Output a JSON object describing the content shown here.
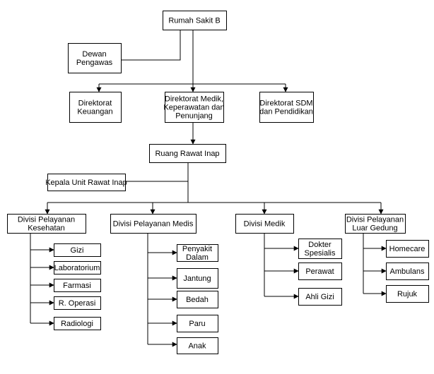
{
  "colors": {
    "line": "#000000",
    "box_fill": "#ffffff",
    "box_stroke": "#000000",
    "text": "#000000"
  },
  "nodes": {
    "rumah_sakit": [
      "Rumah Sakit B"
    ],
    "dewan_pengawas": [
      "Dewan",
      "Pengawas"
    ],
    "dir_keuangan": [
      "Direktorat",
      "Keuangan"
    ],
    "dir_medik": [
      "Direktorat Medik,",
      "Keperawatan dan",
      "Penunjang"
    ],
    "dir_sdm": [
      "Direktorat SDM",
      "dan Pendidikan"
    ],
    "ruang_rawat_inap": [
      "Ruang Rawat Inap"
    ],
    "kepala_unit": [
      "Kepala Unit Rawat Inap"
    ],
    "div_kesehatan": [
      "Divisi Pelayanan",
      "Kesehatan"
    ],
    "div_medis": [
      "Divisi Pelayanan Medis"
    ],
    "div_medik": [
      "Divisi Medik"
    ],
    "div_luar": [
      "Divisi Pelayanan",
      "Luar Gedung"
    ],
    "gizi": [
      "Gizi"
    ],
    "laboratorium": [
      "Laboratorium"
    ],
    "farmasi": [
      "Farmasi"
    ],
    "r_operasi": [
      "R. Operasi"
    ],
    "radiologi": [
      "Radiologi"
    ],
    "penyakit_dalam": [
      "Penyakit",
      "Dalam"
    ],
    "jantung": [
      "Jantung"
    ],
    "bedah": [
      "Bedah"
    ],
    "paru": [
      "Paru"
    ],
    "anak": [
      "Anak"
    ],
    "dokter_spesialis": [
      "Dokter",
      "Spesialis"
    ],
    "perawat": [
      "Perawat"
    ],
    "ahli_gizi": [
      "Ahli Gizi"
    ],
    "homecare": [
      "Homecare"
    ],
    "ambulans": [
      "Ambulans"
    ],
    "rujuk": [
      "Rujuk"
    ]
  }
}
